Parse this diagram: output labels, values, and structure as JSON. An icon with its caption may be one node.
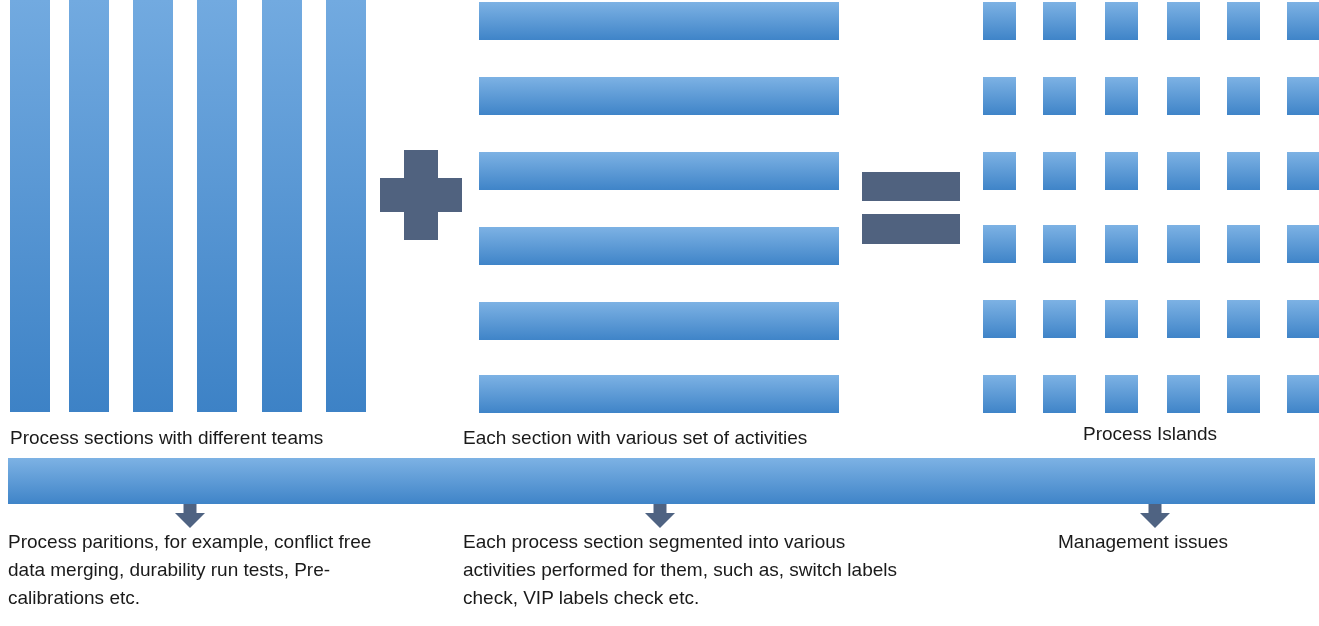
{
  "diagram": {
    "nodes": [
      {
        "text": [],
        "shape": "bar"
      },
      {
        "text": [
          "Process paritions, for example, conflict free data merging, durability run tests, Pre-calibrations etc."
        ]
      },
      {
        "text": [
          "Each process section segmented into various activities performed for them, such as, switch labels check, VIP labels check etc."
        ]
      },
      {
        "text": [
          "Management issues"
        ]
      }
    ],
    "edges": [
      {
        "from": 0,
        "to": 1,
        "arrow": "to"
      },
      {
        "from": 0,
        "to": 2,
        "arrow": "to"
      },
      {
        "from": 0,
        "to": 3,
        "arrow": "to"
      }
    ],
    "labels": [
      "Process sections with different teams",
      "Each section with various set of activities",
      "Process Islands"
    ]
  }
}
